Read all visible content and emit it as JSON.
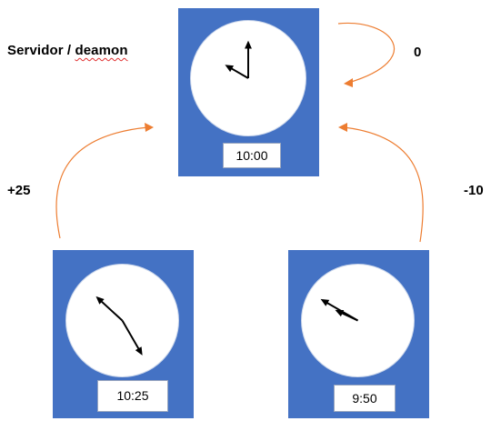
{
  "server": {
    "label_prefix": "Servidor / ",
    "label_word": "deamon",
    "time": "10:00",
    "offset": "0",
    "hour_hand_deg": 300,
    "minute_hand_deg": 0
  },
  "client_left": {
    "time": "10:25",
    "offset": "+25",
    "hour_hand_deg": 312.5,
    "minute_hand_deg": 150
  },
  "client_right": {
    "time": "9:50",
    "offset": "-10",
    "hour_hand_deg": 295,
    "minute_hand_deg": 300
  },
  "colors": {
    "panel": "#4472c4",
    "arrow": "#ed7d31",
    "hand": "#000000"
  }
}
